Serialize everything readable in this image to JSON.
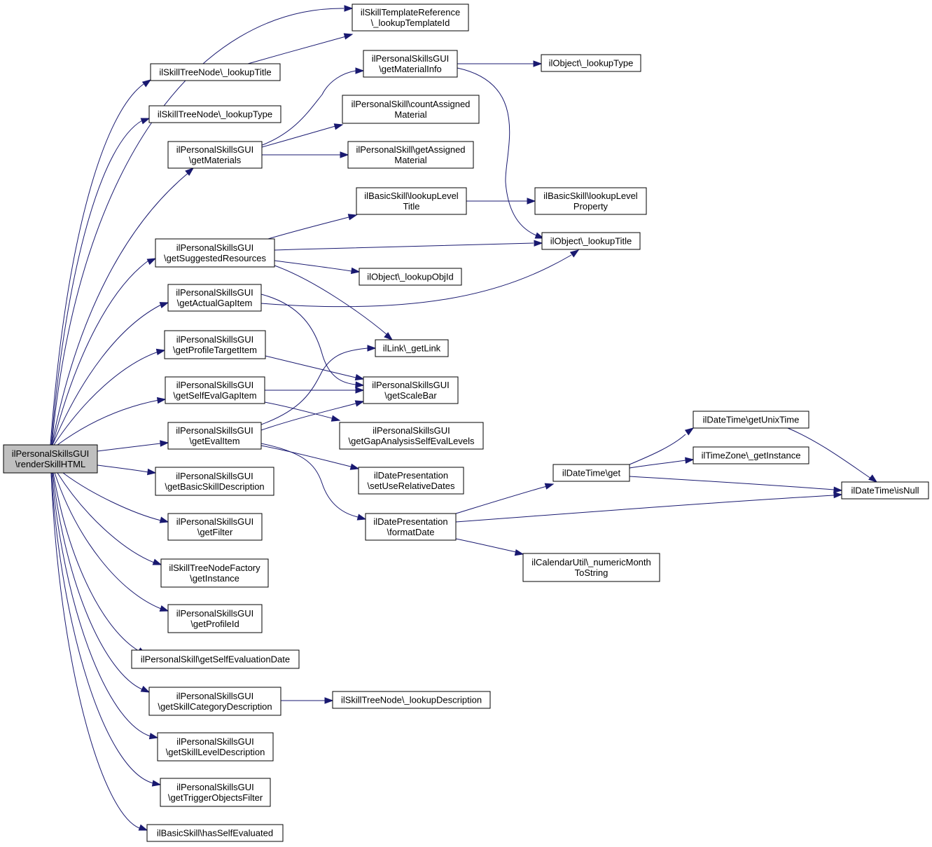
{
  "diagram": {
    "colors": {
      "edge": "#191970",
      "node_fill": "#ffffff",
      "root_fill": "#bfbfbf",
      "border": "#000000"
    },
    "nodes": [
      {
        "id": "n0",
        "label": [
          "ilPersonalSkillsGUI",
          "\\renderSkillHTML"
        ],
        "root": true
      },
      {
        "id": "n1",
        "label": [
          "ilSkillTemplateReference",
          "\\_lookupTemplateId"
        ]
      },
      {
        "id": "n2",
        "label": [
          "ilSkillTreeNode\\_lookupTitle"
        ]
      },
      {
        "id": "n3",
        "label": [
          "ilSkillTreeNode\\_lookupType"
        ]
      },
      {
        "id": "n4",
        "label": [
          "ilPersonalSkillsGUI",
          "\\getMaterials"
        ]
      },
      {
        "id": "n5",
        "label": [
          "ilPersonalSkillsGUI",
          "\\getMaterialInfo"
        ]
      },
      {
        "id": "n6",
        "label": [
          "ilObject\\_lookupType"
        ]
      },
      {
        "id": "n7",
        "label": [
          "ilPersonalSkill\\countAssigned",
          "Material"
        ]
      },
      {
        "id": "n8",
        "label": [
          "ilPersonalSkill\\getAssigned",
          "Material"
        ]
      },
      {
        "id": "n9",
        "label": [
          "ilBasicSkill\\lookupLevel",
          "Title"
        ]
      },
      {
        "id": "n10",
        "label": [
          "ilBasicSkill\\lookupLevel",
          "Property"
        ]
      },
      {
        "id": "n11",
        "label": [
          "ilPersonalSkillsGUI",
          "\\getSuggestedResources"
        ]
      },
      {
        "id": "n12",
        "label": [
          "ilObject\\_lookupTitle"
        ]
      },
      {
        "id": "n13",
        "label": [
          "ilObject\\_lookupObjId"
        ]
      },
      {
        "id": "n14",
        "label": [
          "ilPersonalSkillsGUI",
          "\\getActualGapItem"
        ]
      },
      {
        "id": "n15",
        "label": [
          "ilPersonalSkillsGUI",
          "\\getProfileTargetItem"
        ]
      },
      {
        "id": "n16",
        "label": [
          "ilLink\\_getLink"
        ]
      },
      {
        "id": "n17",
        "label": [
          "ilPersonalSkillsGUI",
          "\\getSelfEvalGapItem"
        ]
      },
      {
        "id": "n18",
        "label": [
          "ilPersonalSkillsGUI",
          "\\getScaleBar"
        ]
      },
      {
        "id": "n19",
        "label": [
          "ilPersonalSkillsGUI",
          "\\getEvalItem"
        ]
      },
      {
        "id": "n20",
        "label": [
          "ilPersonalSkillsGUI",
          "\\getGapAnalysisSelfEvalLevels"
        ]
      },
      {
        "id": "n21",
        "label": [
          "ilDatePresentation",
          "\\setUseRelativeDates"
        ]
      },
      {
        "id": "n22",
        "label": [
          "ilDatePresentation",
          "\\formatDate"
        ]
      },
      {
        "id": "n23",
        "label": [
          "ilDateTime\\get"
        ]
      },
      {
        "id": "n24",
        "label": [
          "ilDateTime\\getUnixTime"
        ]
      },
      {
        "id": "n25",
        "label": [
          "ilTimeZone\\_getInstance"
        ]
      },
      {
        "id": "n26",
        "label": [
          "ilDateTime\\isNull"
        ]
      },
      {
        "id": "n27",
        "label": [
          "ilCalendarUtil\\_numericMonth",
          "ToString"
        ]
      },
      {
        "id": "n28",
        "label": [
          "ilPersonalSkillsGUI",
          "\\getBasicSkillDescription"
        ]
      },
      {
        "id": "n29",
        "label": [
          "ilPersonalSkillsGUI",
          "\\getFilter"
        ]
      },
      {
        "id": "n30",
        "label": [
          "ilSkillTreeNodeFactory",
          "\\getInstance"
        ]
      },
      {
        "id": "n31",
        "label": [
          "ilPersonalSkillsGUI",
          "\\getProfileId"
        ]
      },
      {
        "id": "n32",
        "label": [
          "ilPersonalSkill\\getSelfEvaluationDate"
        ]
      },
      {
        "id": "n33",
        "label": [
          "ilPersonalSkillsGUI",
          "\\getSkillCategoryDescription"
        ]
      },
      {
        "id": "n34",
        "label": [
          "ilSkillTreeNode\\_lookupDescription"
        ]
      },
      {
        "id": "n35",
        "label": [
          "ilPersonalSkillsGUI",
          "\\getSkillLevelDescription"
        ]
      },
      {
        "id": "n36",
        "label": [
          "ilPersonalSkillsGUI",
          "\\getTriggerObjectsFilter"
        ]
      },
      {
        "id": "n37",
        "label": [
          "ilBasicSkill\\hasSelfEvaluated"
        ]
      }
    ],
    "edges": [
      {
        "from": "n0",
        "to": "n1"
      },
      {
        "from": "n0",
        "to": "n2"
      },
      {
        "from": "n0",
        "to": "n3"
      },
      {
        "from": "n0",
        "to": "n4"
      },
      {
        "from": "n0",
        "to": "n11"
      },
      {
        "from": "n0",
        "to": "n14"
      },
      {
        "from": "n0",
        "to": "n15"
      },
      {
        "from": "n0",
        "to": "n17"
      },
      {
        "from": "n0",
        "to": "n19"
      },
      {
        "from": "n0",
        "to": "n28"
      },
      {
        "from": "n0",
        "to": "n29"
      },
      {
        "from": "n0",
        "to": "n30"
      },
      {
        "from": "n0",
        "to": "n31"
      },
      {
        "from": "n0",
        "to": "n32"
      },
      {
        "from": "n0",
        "to": "n33"
      },
      {
        "from": "n0",
        "to": "n35"
      },
      {
        "from": "n0",
        "to": "n36"
      },
      {
        "from": "n0",
        "to": "n37"
      },
      {
        "from": "n2",
        "to": "n1"
      },
      {
        "from": "n4",
        "to": "n5"
      },
      {
        "from": "n4",
        "to": "n7"
      },
      {
        "from": "n4",
        "to": "n8"
      },
      {
        "from": "n5",
        "to": "n6"
      },
      {
        "from": "n5",
        "to": "n12"
      },
      {
        "from": "n9",
        "to": "n10"
      },
      {
        "from": "n11",
        "to": "n9"
      },
      {
        "from": "n11",
        "to": "n12"
      },
      {
        "from": "n11",
        "to": "n13"
      },
      {
        "from": "n11",
        "to": "n16"
      },
      {
        "from": "n14",
        "to": "n12"
      },
      {
        "from": "n14",
        "to": "n18"
      },
      {
        "from": "n15",
        "to": "n18"
      },
      {
        "from": "n17",
        "to": "n18"
      },
      {
        "from": "n17",
        "to": "n20"
      },
      {
        "from": "n19",
        "to": "n16"
      },
      {
        "from": "n19",
        "to": "n18"
      },
      {
        "from": "n19",
        "to": "n21"
      },
      {
        "from": "n19",
        "to": "n22"
      },
      {
        "from": "n22",
        "to": "n23"
      },
      {
        "from": "n22",
        "to": "n26"
      },
      {
        "from": "n22",
        "to": "n27"
      },
      {
        "from": "n23",
        "to": "n24"
      },
      {
        "from": "n23",
        "to": "n25"
      },
      {
        "from": "n23",
        "to": "n26"
      },
      {
        "from": "n24",
        "to": "n26"
      },
      {
        "from": "n33",
        "to": "n34"
      }
    ]
  }
}
